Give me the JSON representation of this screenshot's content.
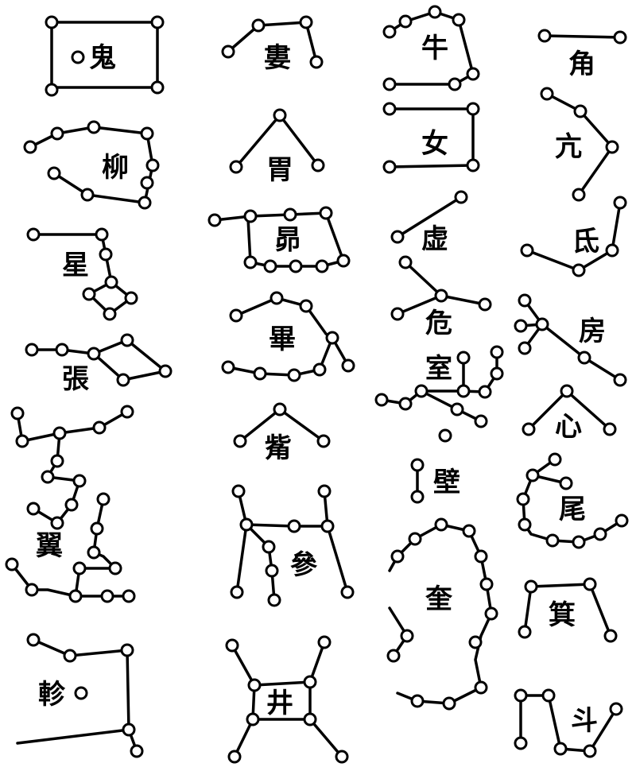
{
  "mansions": [
    {
      "key": "gui",
      "name": "鬼"
    },
    {
      "key": "lou",
      "name": "婁"
    },
    {
      "key": "niu",
      "name": "牛"
    },
    {
      "key": "jiao",
      "name": "角"
    },
    {
      "key": "liu",
      "name": "柳"
    },
    {
      "key": "wei_stomach",
      "name": "胃"
    },
    {
      "key": "nv",
      "name": "女"
    },
    {
      "key": "kang",
      "name": "亢"
    },
    {
      "key": "xing",
      "name": "星"
    },
    {
      "key": "mao",
      "name": "昴"
    },
    {
      "key": "xu",
      "name": "虚"
    },
    {
      "key": "di",
      "name": "氐"
    },
    {
      "key": "bi_net",
      "name": "畢"
    },
    {
      "key": "wei_danger",
      "name": "危"
    },
    {
      "key": "fang",
      "name": "房"
    },
    {
      "key": "zhang",
      "name": "張"
    },
    {
      "key": "shi",
      "name": "室"
    },
    {
      "key": "xin",
      "name": "心"
    },
    {
      "key": "zi",
      "name": "觜"
    },
    {
      "key": "bi_wall",
      "name": "壁"
    },
    {
      "key": "wei_tail",
      "name": "尾"
    },
    {
      "key": "yi",
      "name": "翼"
    },
    {
      "key": "shen",
      "name": "參"
    },
    {
      "key": "kui",
      "name": "奎"
    },
    {
      "key": "ji",
      "name": "箕"
    },
    {
      "key": "zhen",
      "name": "軫"
    },
    {
      "key": "jing",
      "name": "井"
    },
    {
      "key": "dou",
      "name": "斗"
    }
  ]
}
